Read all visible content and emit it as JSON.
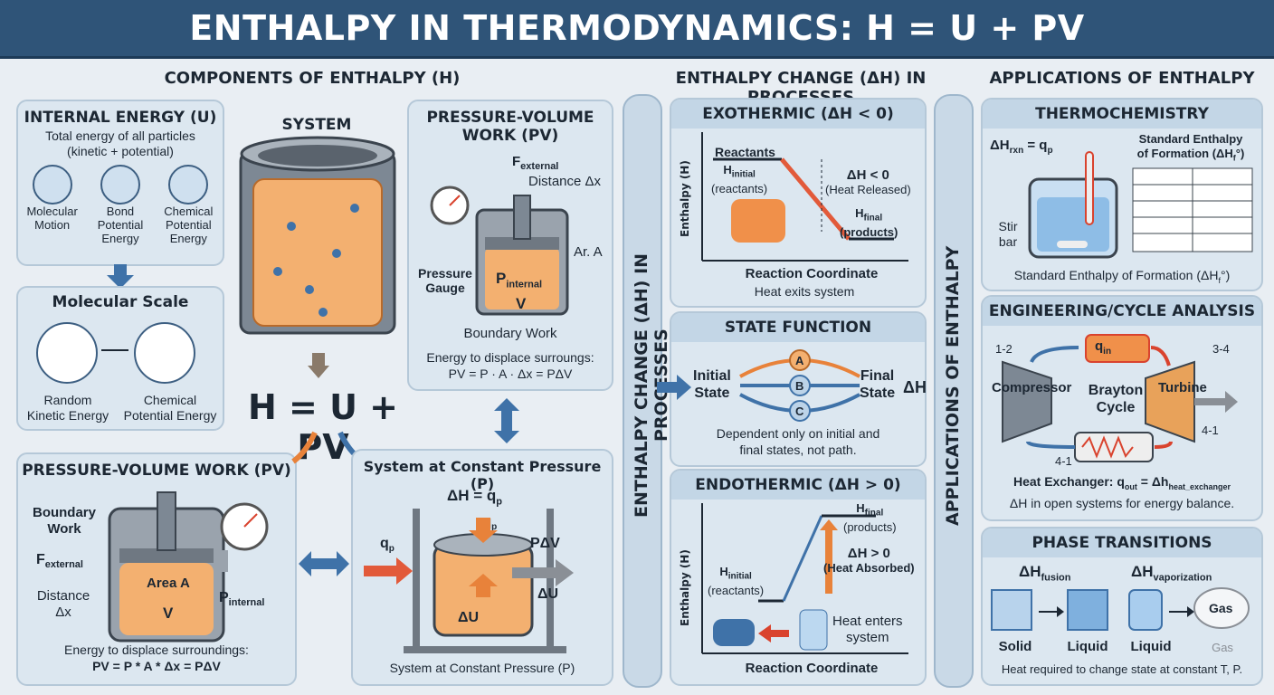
{
  "title": "ENTHALPY IN THERMODYNAMICS: H = U + PV",
  "columns": {
    "components": "COMPONENTS OF ENTHALPY (H)",
    "processes": "ENTHALPY CHANGE (ΔH) IN PROCESSES",
    "applications": "APPLICATIONS OF ENTHALPY",
    "processes_vertical": "ENTHALPY CHANGE (ΔH) IN PROCESSES",
    "applications_vertical": "APPLICATIONS OF ENTHALPY"
  },
  "internal_energy": {
    "title": "INTERNAL ENERGY (U)",
    "desc1": "Total energy of all particles",
    "desc2": "(kinetic + potential)",
    "icons": [
      {
        "l1": "Molecular",
        "l2": "Motion",
        "l3": ""
      },
      {
        "l1": "Bond",
        "l2": "Potential",
        "l3": "Energy"
      },
      {
        "l1": "Chemical",
        "l2": "Potential",
        "l3": "Energy"
      }
    ]
  },
  "molecular_scale": {
    "title": "Molecular Scale",
    "left1": "Random",
    "left2": "Kinetic Energy",
    "right1": "Chemical",
    "right2": "Potential Energy"
  },
  "system": {
    "label": "SYSTEM",
    "equation": "H = U + PV"
  },
  "pv_top": {
    "title1": "PRESSURE-VOLUME",
    "title2": "WORK (PV)",
    "f_ext": "F",
    "f_ext_sub": "external",
    "distance": "Distance Δx",
    "area": "Ar. A",
    "gauge1": "Pressure",
    "gauge2": "Gauge",
    "p_int": "P",
    "p_int_sub": "internal",
    "v": "V",
    "boundary": "Boundary Work",
    "desc": "Energy to displace surroungs:",
    "formula": "PV = P · A · Δx = PΔV"
  },
  "pv_bottom": {
    "title": "PRESSURE-VOLUME WORK (PV)",
    "boundary1": "Boundary",
    "boundary2": "Work",
    "f_ext": "F",
    "f_ext_sub": "external",
    "dist1": "Distance",
    "dist2": "Δx",
    "area": "Area A",
    "v": "V",
    "p_int": "P",
    "p_int_sub": "internal",
    "desc": "Energy to displace surroundings:",
    "formula": "PV = P * A * Δx = PΔV"
  },
  "const_p": {
    "title": "System at Constant Pressure (P)",
    "dh": "ΔH = q",
    "dh_sub": "p",
    "qp": "q",
    "qp_sub": "p",
    "q_in": "q",
    "q_in_sub": "p",
    "pdv": "PΔV",
    "du": "ΔU",
    "du_inner": "ΔU",
    "caption": "System at Constant Pressure (P)"
  },
  "exothermic": {
    "title": "EXOTHERMIC (ΔH < 0)",
    "ylabel": "Enthalpy (H)",
    "xlabel": "Reaction Coordinate",
    "reactants": "Reactants",
    "h_init": "H",
    "h_init_sub": "initial",
    "h_init_note": "(reactants)",
    "dh": "ΔH < 0",
    "dh_note": "(Heat Released)",
    "h_final": "H",
    "h_final_sub": "final",
    "h_final_note": "(products)",
    "caption": "Heat exits system"
  },
  "state_function": {
    "title": "STATE FUNCTION",
    "initial1": "Initial",
    "initial2": "State",
    "final1": "Final",
    "final2": "State",
    "dh": "ΔH",
    "paths": [
      "A",
      "B",
      "C"
    ],
    "desc1": "Dependent only on initial and",
    "desc2": "final states, not path."
  },
  "endothermic": {
    "title": "ENDOTHERMIC (ΔH > 0)",
    "ylabel": "Enthalpy (H)",
    "xlabel": "Reaction Coordinate",
    "h_final": "H",
    "h_final_sub": "final",
    "h_final_note": "(products)",
    "dh": "ΔH > 0",
    "dh_note": "(Heat Absorbed)",
    "h_init": "H",
    "h_init_sub": "initial",
    "h_init_note": "(reactants)",
    "heat1": "Heat enters",
    "heat2": "system"
  },
  "thermochemistry": {
    "title": "THERMOCHEMISTRY",
    "eq": "ΔH",
    "eq_sub": "rxn",
    "eq_rest": " = q",
    "eq_sub2": "p",
    "std1": "Standard Enthalpy",
    "std2": "of Formation (ΔH",
    "std2_sub": "f",
    "std2_end": "°)",
    "stir1": "Stir",
    "stir2": "bar",
    "caption": "Standard Enthalpy of Formation (ΔH",
    "caption_sub": "f",
    "caption_end": "°)"
  },
  "engineering": {
    "title": "ENGINEERING/CYCLE ANALYSIS",
    "s12": "1-2",
    "s34": "3-4",
    "s41a": "4-1",
    "s41b": "4-1",
    "qin": "q",
    "qin_sub": "in",
    "compressor": "Compressor",
    "brayton1": "Brayton",
    "brayton2": "Cycle",
    "turbine": "Turbine",
    "hx": "Heat Exchanger: q",
    "hx_sub": "out",
    "hx_mid": " = Δh",
    "hx_sub2": "heat_exchanger",
    "desc": "ΔH in open systems for energy balance."
  },
  "phase": {
    "title": "PHASE TRANSITIONS",
    "fusion": "ΔH",
    "fusion_sub": "fusion",
    "vap": "ΔH",
    "vap_sub": "vaporization",
    "solid": "Solid",
    "liquid1": "Liquid",
    "liquid2": "Liquid",
    "gas": "Gas",
    "gas2": "Gas",
    "desc": "Heat required to change state at constant T, P."
  },
  "colors": {
    "navy": "#2f5478",
    "orange": "#e8823a",
    "blue_arrow": "#3f72a8",
    "red": "#d9432e",
    "panel": "#dce7f0"
  }
}
